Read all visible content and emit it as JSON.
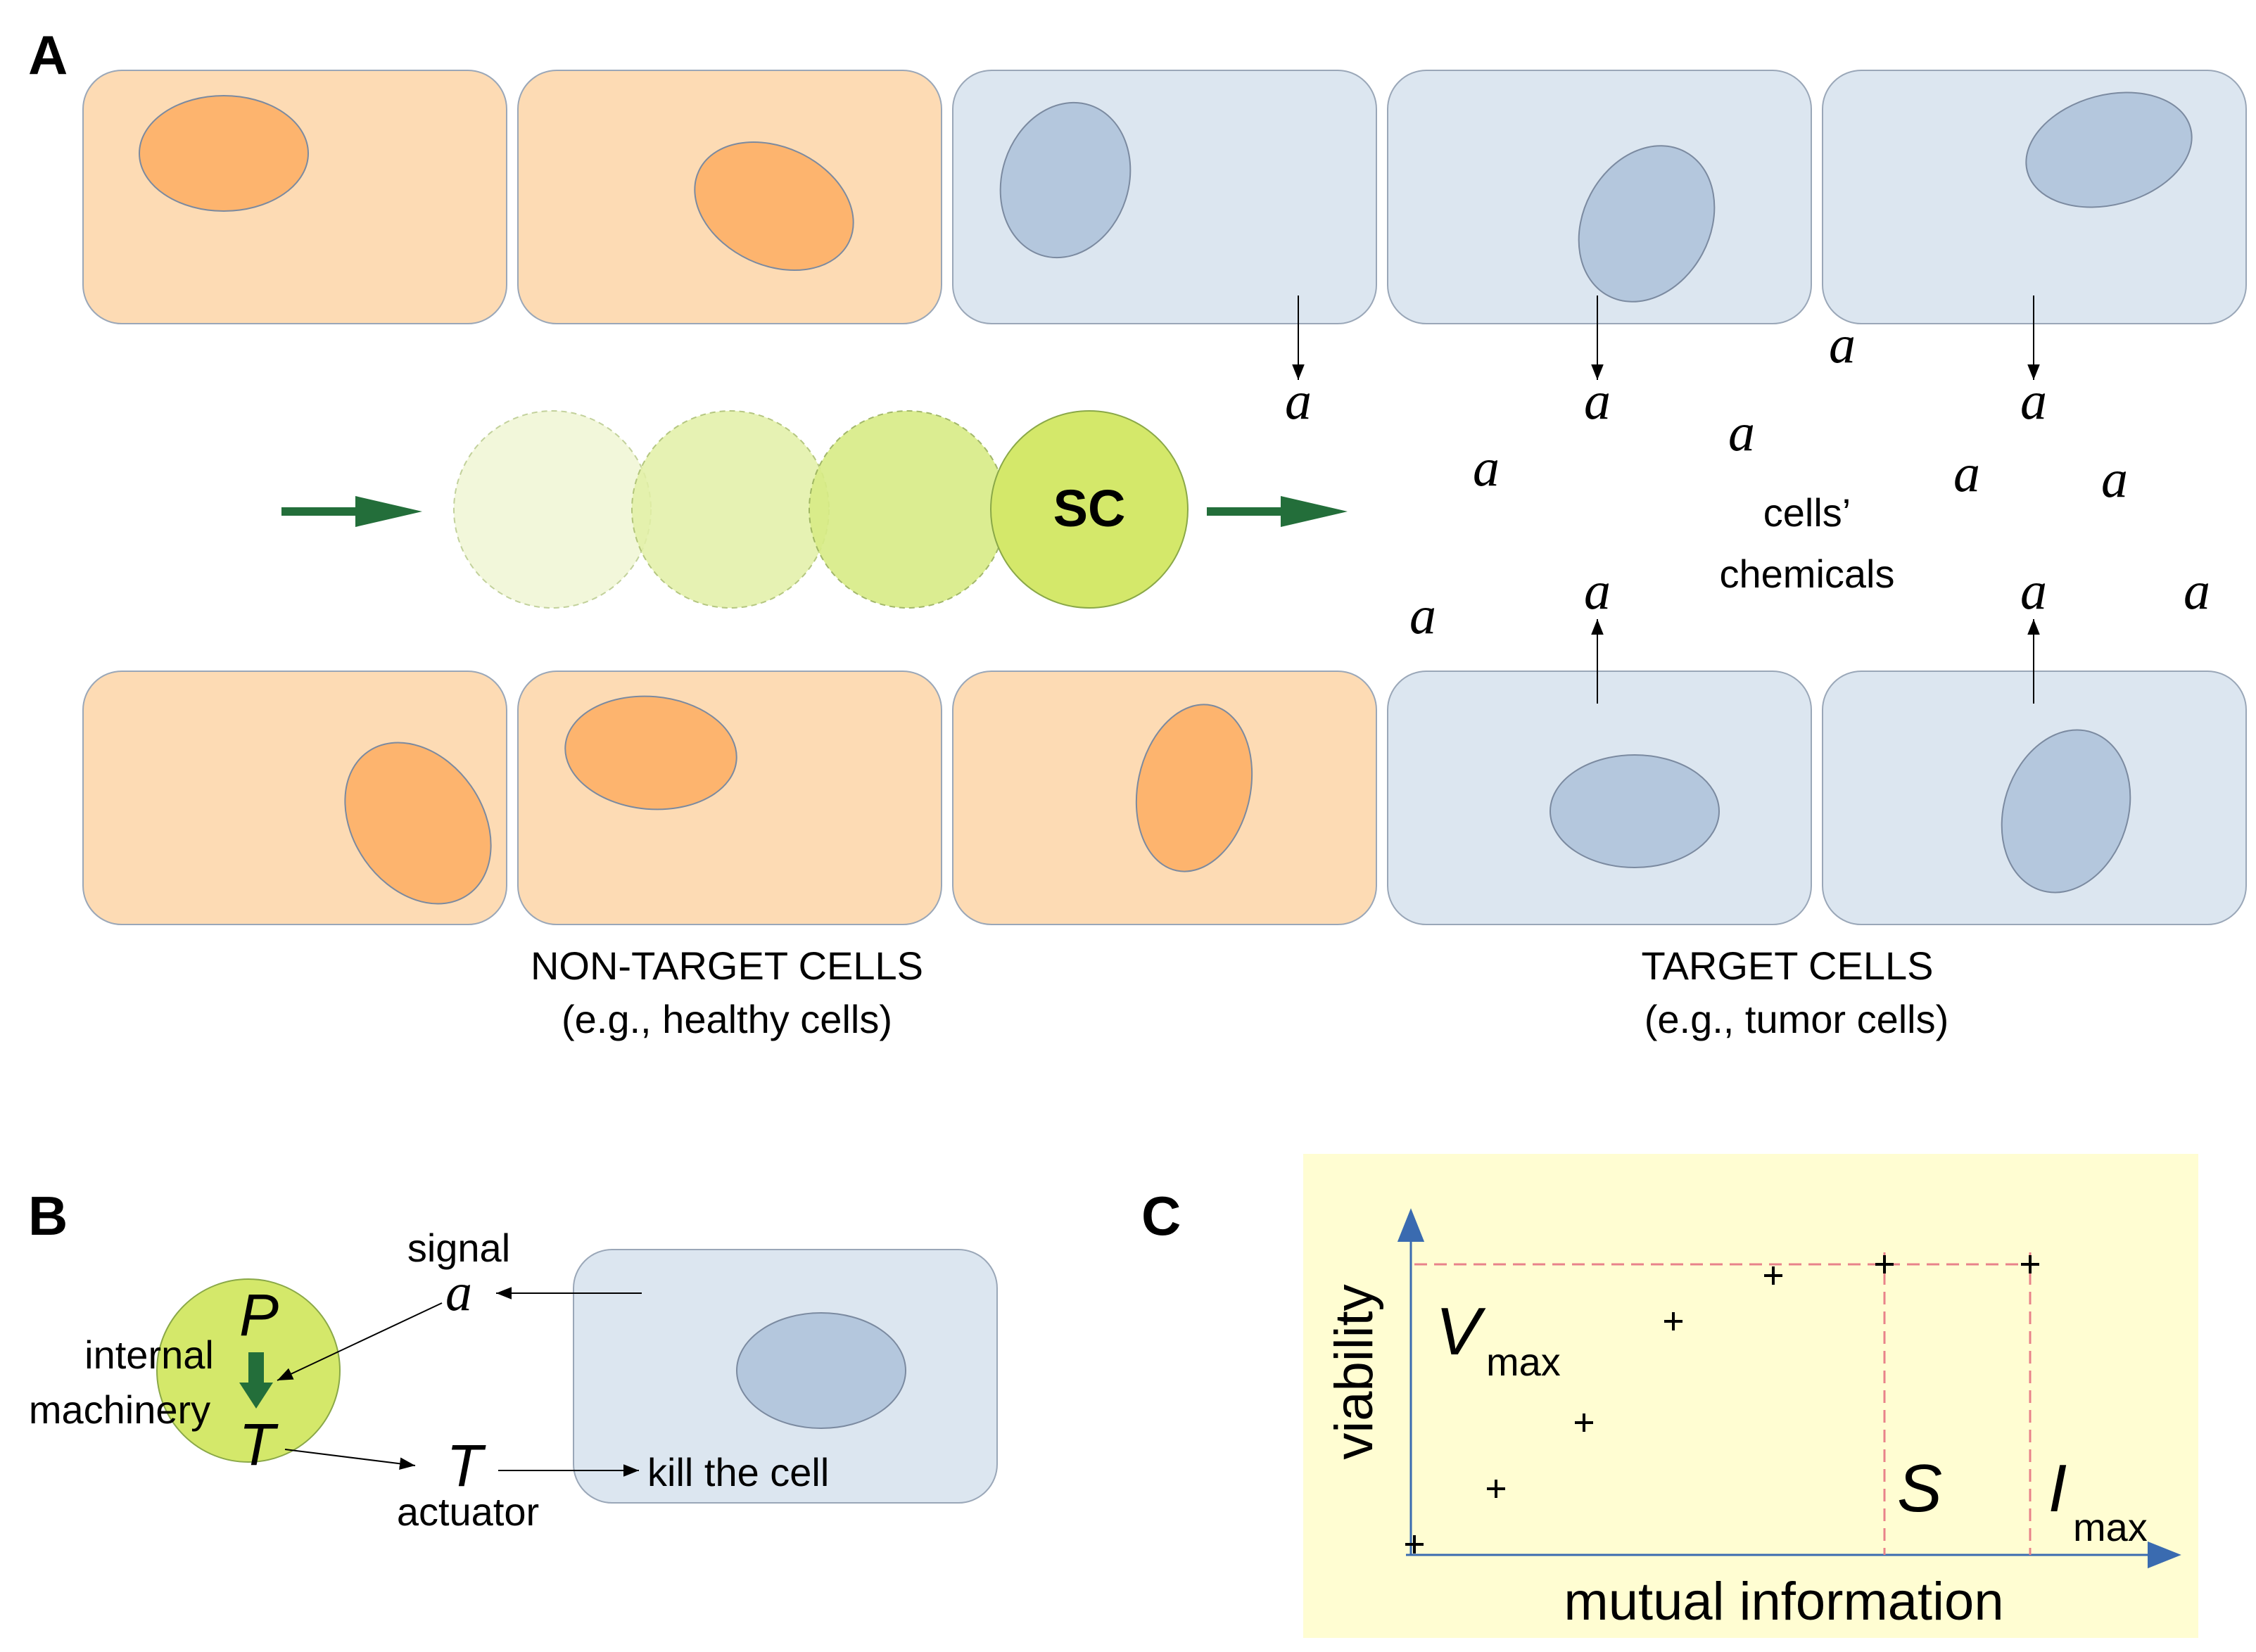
{
  "panels": {
    "a_label": "A",
    "b_label": "B",
    "c_label": "C"
  },
  "panel_a": {
    "sc_label": "SC",
    "chemical_symbol": "a",
    "chemicals_caption_line1": "cells’",
    "chemicals_caption_line2": "chemicals",
    "nontarget_line1": "NON-TARGET CELLS",
    "nontarget_line2": "(e.g., healthy cells)",
    "target_line1": "TARGET CELLS",
    "target_line2": "(e.g., tumor cells)"
  },
  "panel_b": {
    "signal_label": "signal",
    "signal_symbol": "a",
    "p_symbol": "P",
    "t_symbol": "T",
    "internal_line1": "internal",
    "internal_line2": "machinery",
    "actuator_symbol": "T",
    "actuator_label": "actuator",
    "kill_label": "kill the cell"
  },
  "panel_c": {
    "x_axis_label": "mutual information",
    "y_axis_label": "viability",
    "vmax_symbol": "V",
    "vmax_sub": "max",
    "s_symbol": "S",
    "imax_symbol": "I",
    "imax_sub": "max"
  },
  "colors": {
    "healthy_cell": "#fddbb4",
    "healthy_nucleus": "#fdb46e",
    "tumor_cell": "#dce6f0",
    "tumor_nucleus": "#b4c7dd",
    "sc_fill": "#d4e86a",
    "arrow_green": "#236e3a",
    "plot_bg": "#fffdd2",
    "plot_axis": "#3a6bb0",
    "guide_line": "#e8828a"
  }
}
